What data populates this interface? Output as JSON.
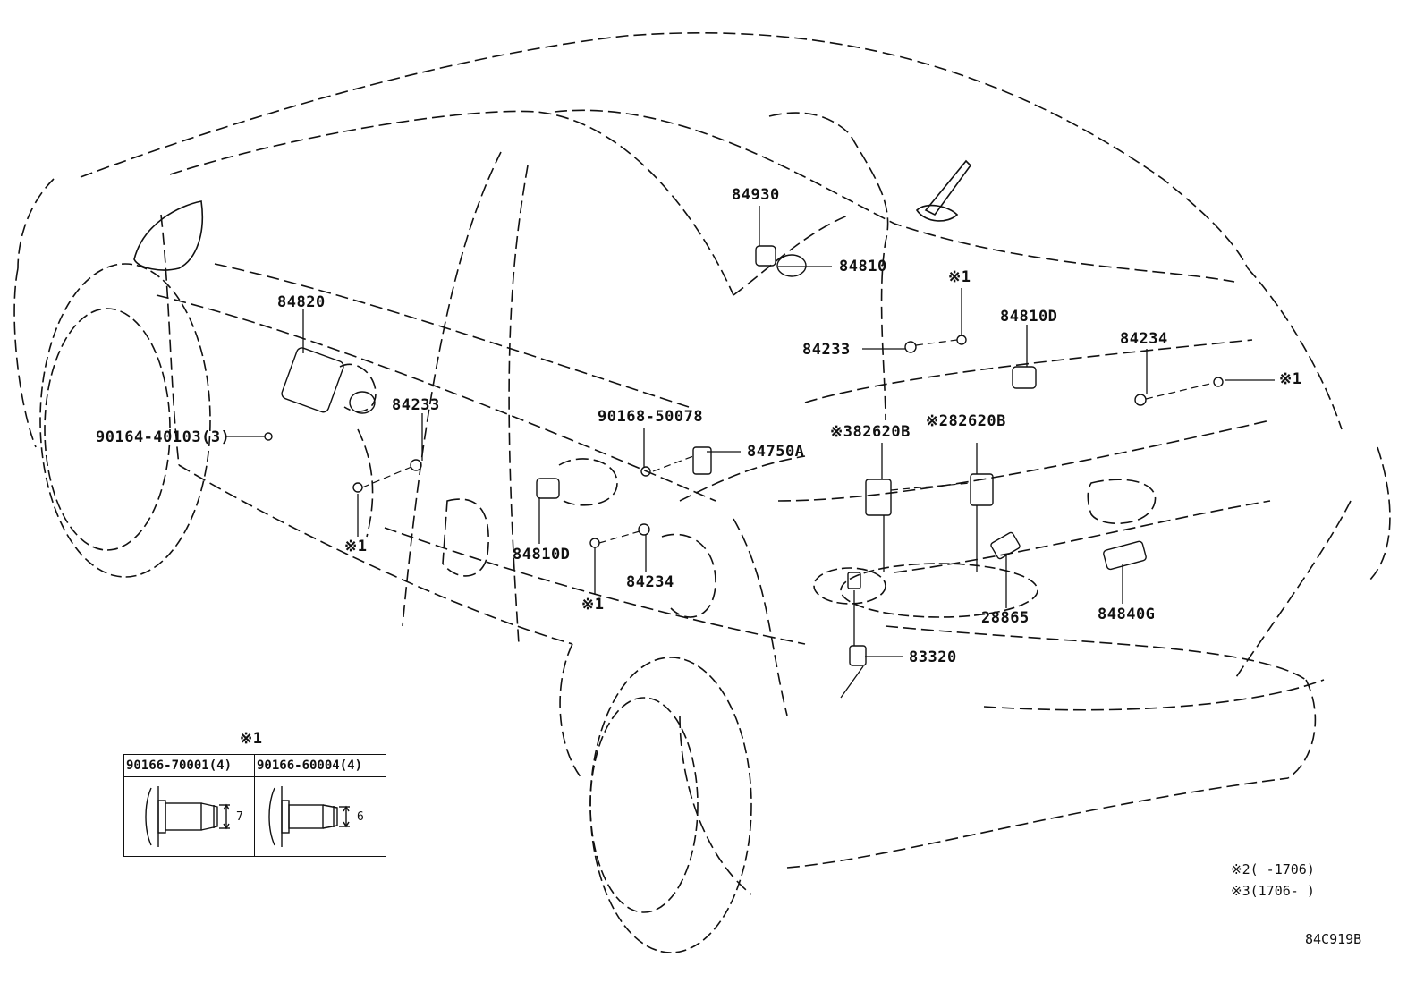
{
  "labels": {
    "p84930": "84930",
    "p84810": "84810",
    "p84820": "84820",
    "p84233_left": "84233",
    "p84233_right": "84233",
    "p90164": "90164-40103(3)",
    "p90168": "90168-50078",
    "p84750A": "84750A",
    "p84810D_left": "84810D",
    "p84810D_right": "84810D",
    "p84234_mid": "84234",
    "p84234_right": "84234",
    "p82620B_3": "※382620B",
    "p82620B_2": "※282620B",
    "p28865": "28865",
    "p84840G": "84840G",
    "p83320": "83320",
    "mark1_a": "※1",
    "mark1_b": "※1",
    "mark1_c": "※1",
    "mark1_d": "※1",
    "mark1_legend": "※1"
  },
  "legend": {
    "col1_part": "90166-70001(4)",
    "col2_part": "90166-60004(4)",
    "col1_dim": "7",
    "col2_dim": "6"
  },
  "notes": {
    "note2": "※2(      -1706)",
    "note3": "※3(1706-      )",
    "drawing_code": "84C919B"
  }
}
